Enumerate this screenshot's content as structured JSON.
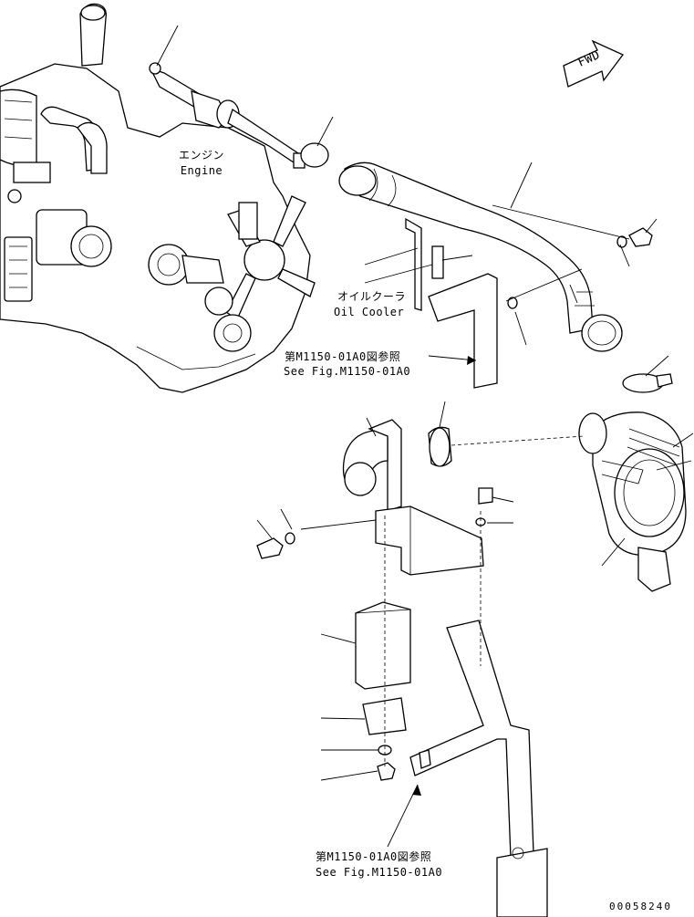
{
  "labels": {
    "engine_jp": "エンジン",
    "engine_en": "Engine",
    "oil_cooler_jp": "オイルクーラ",
    "oil_cooler_en": "Oil Cooler",
    "ref_upper_jp": "第M1150-01A0図参照",
    "ref_upper_en": "See Fig.M1150-01A0",
    "ref_lower_jp": "第M1150-01A0図参照",
    "ref_lower_en": "See Fig.M1150-01A0",
    "fwd": "FWD",
    "drawing_number": "00058240"
  }
}
